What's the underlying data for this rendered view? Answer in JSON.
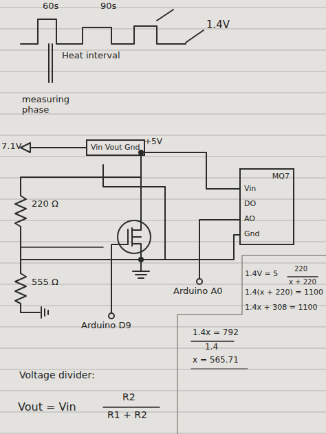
{
  "diagram": {
    "nodes": [
      {
        "text": [
          "Vin Vout Gnd"
        ]
      },
      {
        "text": [
          "MQ7",
          "Vin",
          "DO",
          "AO",
          "Gnd"
        ]
      }
    ],
    "edges": [
      {
        "from": 0,
        "to": 1,
        "arrow": "none"
      }
    ],
    "labels": [
      "60s",
      "90s",
      "1.4V",
      "Heat interval",
      "measuring phase",
      "7.1V",
      "+5V",
      "220 Ω",
      "555 Ω",
      "Arduino D9",
      "Arduino A0",
      "1.4V = 5",
      "220",
      "x + 220",
      "1.4(x + 220) = 1100",
      "1.4x + 308 = 1100",
      "1.4x = 792",
      "1.4",
      "x = 565.71",
      "Voltage divider:",
      "Vout = Vin",
      "R2",
      "R1 + R2"
    ]
  }
}
